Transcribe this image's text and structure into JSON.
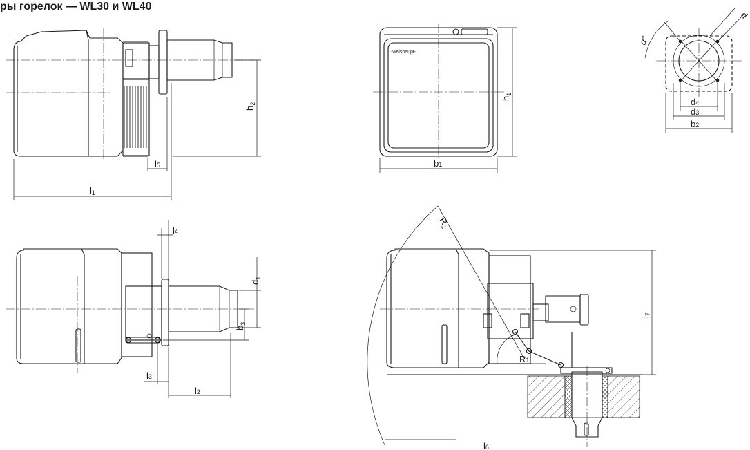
{
  "title": "ры горелок — WL30 и WL40",
  "brand": "-weishaupt-",
  "labels": {
    "h2": "h",
    "h2_sub": "2",
    "l5": "l",
    "l5_sub": "5",
    "l1": "l",
    "l1_sub": "1",
    "h1": "h",
    "h1_sub": "1",
    "b1": "b",
    "b1_sub": "1",
    "alpha": "α°",
    "d4": "d",
    "d4_sub": "4",
    "d3": "d",
    "d3_sub": "3",
    "b2": "b",
    "b2_sub": "2",
    "d_corner": "d",
    "l4": "l",
    "l4_sub": "4",
    "d1": "d",
    "d1_sub": "1",
    "b3": "b",
    "b3_sub": "3",
    "l3": "l",
    "l3_sub": "3",
    "l2": "l",
    "l2_sub": "2",
    "R2": "R",
    "R2_sub": "2",
    "l7": "l",
    "l7_sub": "7",
    "R1": "R",
    "R1_sub": "1",
    "l6": "l",
    "l6_sub": "6"
  }
}
